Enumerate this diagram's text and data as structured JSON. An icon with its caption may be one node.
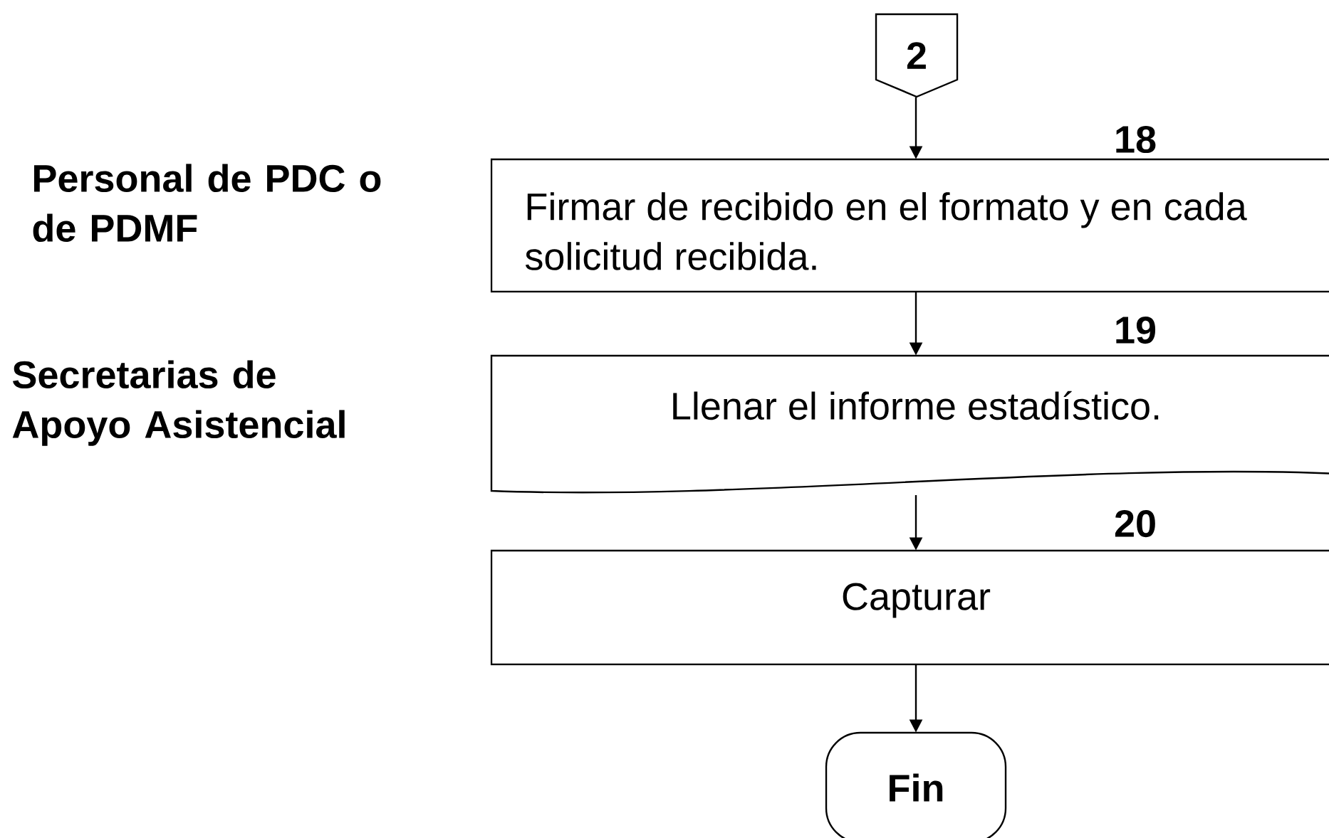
{
  "diagram": {
    "nodes": [
      {
        "text": [
          "2"
        ]
      },
      {
        "text": [
          "Firmar de recibido en el formato y en cada solicitud recibida."
        ],
        "beside": [
          "18"
        ]
      },
      {
        "text": [
          "Llenar el informe estadístico."
        ],
        "beside": [
          "19"
        ]
      },
      {
        "text": [
          "Capturar"
        ],
        "beside": [
          "20"
        ]
      },
      {
        "text": [
          "Fin"
        ]
      }
    ],
    "edges": [
      {
        "from": 0,
        "to": 1,
        "arrow": "to"
      },
      {
        "from": 1,
        "to": 2,
        "arrow": "to"
      },
      {
        "from": 2,
        "to": 3,
        "arrow": "to"
      },
      {
        "from": 3,
        "to": 4,
        "arrow": "to"
      }
    ],
    "labels": [
      "Personal de PDC o de PDMF",
      "Secretarias de Apoyo Asistencial"
    ]
  }
}
